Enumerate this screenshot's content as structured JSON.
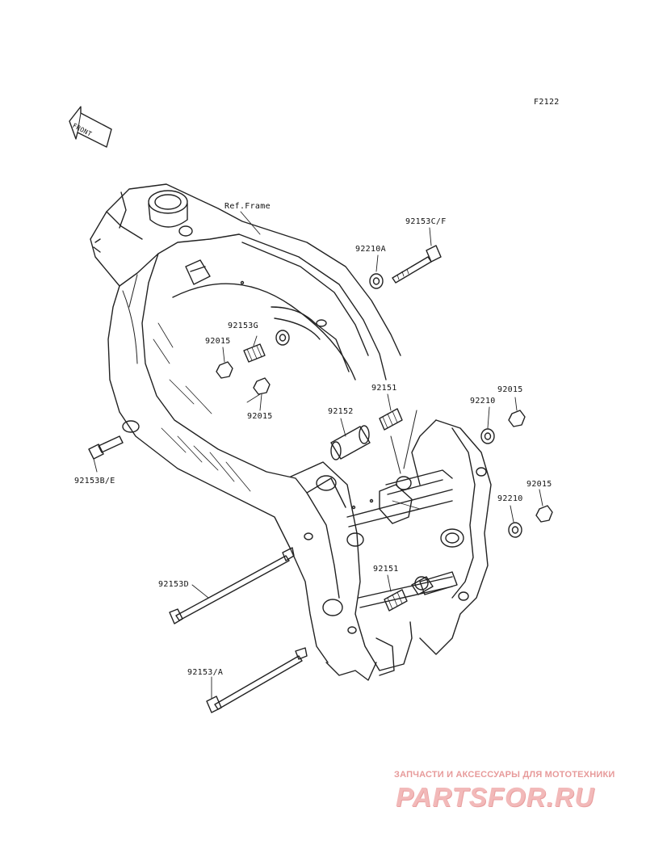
{
  "figure_code": "F2122",
  "front_label": "FRONT",
  "ref_frame": "Ref.Frame",
  "parts": {
    "p92153CF": "92153C/F",
    "p92210A": "92210A",
    "p92153G": "92153G",
    "p92015_a": "92015",
    "p92015_b": "92015",
    "p92015_c": "92015",
    "p92015_d": "92015",
    "p92151_a": "92151",
    "p92151_b": "92151",
    "p92152": "92152",
    "p92210_a": "92210",
    "p92210_b": "92210",
    "p92153BE": "92153B/E",
    "p92153D": "92153D",
    "p92153A": "92153/A"
  },
  "watermark": {
    "line1": "ЗАПЧАСТИ И АКСЕССУАРЫ ДЛЯ МОТОТЕХНИКИ",
    "line2": "PARTSFOR.RU"
  }
}
